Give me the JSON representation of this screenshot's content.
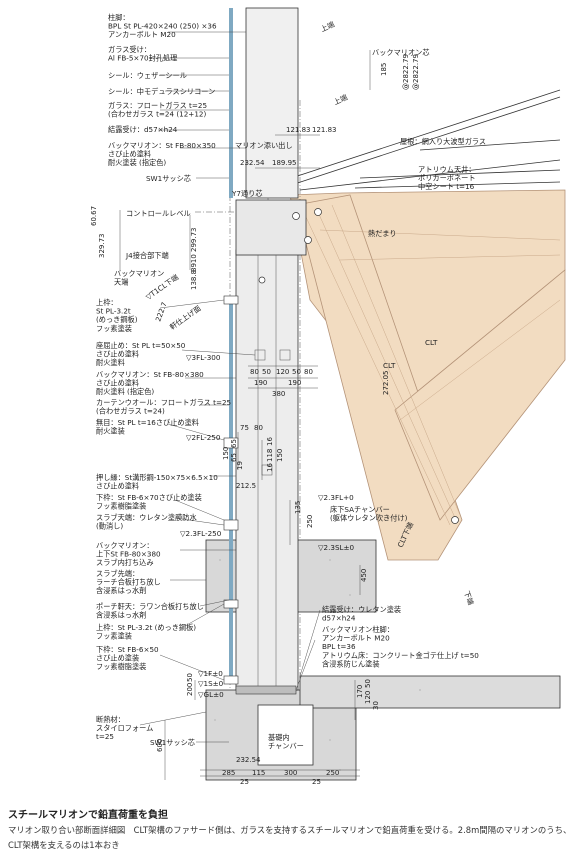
{
  "labels_left": [
    {
      "id": "L1",
      "lines": [
        "柱脚：",
        "BPL St PL-420×240 (250) ×36",
        "アンカーボルト M20"
      ]
    },
    {
      "id": "L2",
      "lines": [
        "ガラス受け：",
        "Al FB-5×70封孔処理"
      ]
    },
    {
      "id": "L3",
      "lines": [
        "シール：ウェザーシール"
      ]
    },
    {
      "id": "L4",
      "lines": [
        "シール：中モデュラスシリコーン"
      ]
    },
    {
      "id": "L5",
      "lines": [
        "ガラス：フロートガラス t=25",
        "(合わせガラス t=24 (12+12)"
      ]
    },
    {
      "id": "L6",
      "lines": [
        "結露受け：d57×h24"
      ]
    },
    {
      "id": "L7",
      "lines": [
        "バックマリオン：St FB-80×350",
        "さび止め塗料",
        "耐火塗装 (指定色)"
      ]
    },
    {
      "id": "L8",
      "lines": [
        "SW1サッシ芯"
      ]
    },
    {
      "id": "L9",
      "lines": [
        "コントロールレベル"
      ]
    },
    {
      "id": "L10",
      "lines": [
        "J4接合部下端"
      ]
    },
    {
      "id": "L11",
      "lines": [
        "バックマリオン",
        "天端"
      ]
    },
    {
      "id": "L12",
      "lines": [
        "上枠：",
        "St PL-3.2t",
        "(めっき鋼板)",
        "フッ素塗装"
      ]
    },
    {
      "id": "L13",
      "lines": [
        "座屈止め：St PL t=50×50",
        "さび止め塗料",
        "耐火塗料"
      ]
    },
    {
      "id": "L14",
      "lines": [
        "バックマリオン：St FB-80×380",
        "さび止め塗料",
        "耐火塗料 (指定色)"
      ]
    },
    {
      "id": "L15",
      "lines": [
        "カーテンウオール：フロートガラス t=25",
        "(合わせガラス t=24)"
      ]
    },
    {
      "id": "L16",
      "lines": [
        "無目：St PL t=16さび止め塗料",
        "耐火塗装"
      ]
    },
    {
      "id": "L17",
      "lines": [
        "押し縁：St溝形鋼-150×75×6.5×10",
        "さび止め塗料"
      ]
    },
    {
      "id": "L18",
      "lines": [
        "下枠：St FB-6×70さび止め塗装",
        "フッ素樹脂塗装"
      ]
    },
    {
      "id": "L19",
      "lines": [
        "スラブ天端：ウレタン塗膜防水",
        "(動消し)"
      ]
    },
    {
      "id": "L20",
      "lines": [
        "バックマリオン：",
        "上下St FB-80×380",
        "スラブ内打ち込み"
      ]
    },
    {
      "id": "L21",
      "lines": [
        "スラブ先端：",
        "ラーチ合板打ち放し",
        "含浸系はっ水剤"
      ]
    },
    {
      "id": "L22",
      "lines": [
        "ポーチ軒天：ラワン合板打ち放し",
        "含浸系はっ水剤"
      ]
    },
    {
      "id": "L23",
      "lines": [
        "上枠：St PL-3.2t (めっき鋼板)",
        "フッ素塗装"
      ]
    },
    {
      "id": "L24",
      "lines": [
        "下枠：St FB-6×50",
        "さび止め塗装",
        "フッ素樹脂塗装"
      ]
    },
    {
      "id": "L25",
      "lines": [
        "断熱材：",
        "スタイロフォーム",
        "t=25"
      ]
    },
    {
      "id": "L26",
      "lines": [
        "SW1サッシ芯"
      ]
    }
  ],
  "labels_right": [
    {
      "id": "R1",
      "lines": [
        "上端"
      ]
    },
    {
      "id": "R2",
      "lines": [
        "バックマリオン芯"
      ]
    },
    {
      "id": "R3",
      "lines": [
        "マリオン添い出し"
      ]
    },
    {
      "id": "R4",
      "lines": [
        "屋根：網入り大波型ガラス"
      ]
    },
    {
      "id": "R5",
      "lines": [
        "アトリウム天井：",
        "ポリカーボネート",
        "中空シート t=16"
      ]
    },
    {
      "id": "R6",
      "lines": [
        "Y7通り芯"
      ]
    },
    {
      "id": "R7",
      "lines": [
        "熱だまり"
      ]
    },
    {
      "id": "R8",
      "lines": [
        "CLT"
      ]
    },
    {
      "id": "R9",
      "lines": [
        "CLT"
      ]
    },
    {
      "id": "R10",
      "lines": [
        "床下SAチャンバー",
        "(躯体ウレタン吹き付け)"
      ]
    },
    {
      "id": "R11",
      "lines": [
        "CLT下端"
      ]
    },
    {
      "id": "R12",
      "lines": [
        "結露受け：ウレタン塗装",
        "d57×h24"
      ]
    },
    {
      "id": "R13",
      "lines": [
        "バックマリオン柱脚：",
        "アンカーボルト M20",
        "BPL t=36"
      ]
    },
    {
      "id": "R14",
      "lines": [
        "アトリウム床：コンクリート金ゴテ仕上げ t=50",
        "含浸系防じん塗装"
      ]
    },
    {
      "id": "R15",
      "lines": [
        "基礎内",
        "チャンバー"
      ]
    },
    {
      "id": "R16",
      "lines": [
        "下端"
      ]
    },
    {
      "id": "R17",
      "lines": [
        "上端"
      ]
    }
  ],
  "levels": [
    {
      "id": "lv1",
      "text": "▽3FL-300"
    },
    {
      "id": "lv2",
      "text": "▽2FL-250"
    },
    {
      "id": "lv3",
      "text": "▽2.3FL-250"
    },
    {
      "id": "lv4",
      "text": "▽2.3FL+0"
    },
    {
      "id": "lv5",
      "text": "▽2.3SL±0"
    },
    {
      "id": "lv6",
      "text": "▽1F±0"
    },
    {
      "id": "lv7",
      "text": "▽1S±0"
    },
    {
      "id": "lv8",
      "text": "▽GL±0"
    },
    {
      "id": "lv9",
      "text": "▽T1CL下端"
    },
    {
      "id": "lv10",
      "text": "軒仕上げ面"
    }
  ],
  "dimensions": [
    {
      "id": "d1",
      "text": "185"
    },
    {
      "id": "d2",
      "text": "@2822.79"
    },
    {
      "id": "d3",
      "text": "@2822.79"
    },
    {
      "id": "d4",
      "text": "121.83"
    },
    {
      "id": "d5",
      "text": "121.83"
    },
    {
      "id": "d6",
      "text": "232.54"
    },
    {
      "id": "d7",
      "text": "189.95"
    },
    {
      "id": "d8",
      "text": "60.67"
    },
    {
      "id": "d9",
      "text": "329.73"
    },
    {
      "id": "d10",
      "text": "299.73"
    },
    {
      "id": "d11",
      "text": "138.8"
    },
    {
      "id": "d12",
      "text": "8910"
    },
    {
      "id": "d13",
      "text": "222.7"
    },
    {
      "id": "d14",
      "text": "80"
    },
    {
      "id": "d15",
      "text": "50"
    },
    {
      "id": "d16",
      "text": "120"
    },
    {
      "id": "d17",
      "text": "50"
    },
    {
      "id": "d18",
      "text": "80"
    },
    {
      "id": "d19",
      "text": "190"
    },
    {
      "id": "d20",
      "text": "190"
    },
    {
      "id": "d21",
      "text": "380"
    },
    {
      "id": "d22",
      "text": "75"
    },
    {
      "id": "d23",
      "text": "80"
    },
    {
      "id": "d24",
      "text": "272.05"
    },
    {
      "id": "d25",
      "text": "150"
    },
    {
      "id": "d26",
      "text": "65"
    },
    {
      "id": "d27",
      "text": "65"
    },
    {
      "id": "d28",
      "text": "19"
    },
    {
      "id": "d29",
      "text": "16"
    },
    {
      "id": "d30",
      "text": "118"
    },
    {
      "id": "d31",
      "text": "16"
    },
    {
      "id": "d32",
      "text": "150"
    },
    {
      "id": "d33",
      "text": "212.5"
    },
    {
      "id": "d34",
      "text": "135"
    },
    {
      "id": "d35",
      "text": "250"
    },
    {
      "id": "d36",
      "text": "450"
    },
    {
      "id": "d37",
      "text": "200"
    },
    {
      "id": "d38",
      "text": "50"
    },
    {
      "id": "d39",
      "text": "170"
    },
    {
      "id": "d40",
      "text": "120"
    },
    {
      "id": "d41",
      "text": "50"
    },
    {
      "id": "d42",
      "text": "30"
    },
    {
      "id": "d43",
      "text": "600"
    },
    {
      "id": "d44",
      "text": "232.54"
    },
    {
      "id": "d45",
      "text": "285"
    },
    {
      "id": "d46",
      "text": "115"
    },
    {
      "id": "d47",
      "text": "300"
    },
    {
      "id": "d48",
      "text": "250"
    },
    {
      "id": "d49",
      "text": "25"
    },
    {
      "id": "d50",
      "text": "25"
    }
  ],
  "caption": {
    "title": "スチールマリオンで鉛直荷重を負担",
    "body": "マリオン取り合い部断面詳細図　CLT架構のファサード側は、ガラスを支持するスチールマリオンで鉛直荷重を受ける。2.8m間隔のマリオンのうち、CLT架構を支えるのは1本おき"
  },
  "colors": {
    "clt": "#f2dcc1",
    "clt_line": "#b49378",
    "concrete": "#d8d8d8",
    "steel": "#ececec",
    "line": "#333333",
    "glass": "#7fa9c2"
  }
}
